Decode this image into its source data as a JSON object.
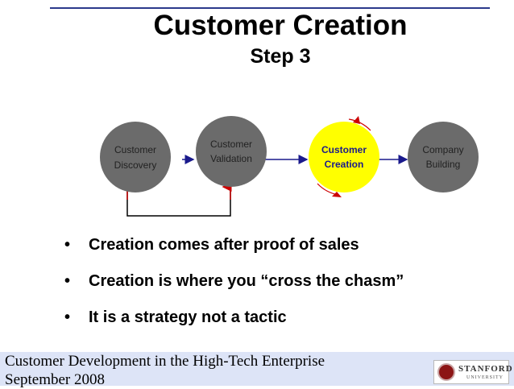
{
  "title": "Customer Creation",
  "subtitle": "Step 3",
  "diagram": {
    "nodes": [
      {
        "line1": "Customer",
        "line2": "Discovery",
        "active": false
      },
      {
        "line1": "Customer",
        "line2": "Validation",
        "active": false
      },
      {
        "line1": "Customer",
        "line2": "Creation",
        "active": true
      },
      {
        "line1": "Company",
        "line2": "Building",
        "active": false
      }
    ],
    "colors": {
      "node": "#6b6b6b",
      "active_node": "#ffff00",
      "active_text": "#1a1a8c",
      "feedback_loop": "#cc0000"
    }
  },
  "bullets": [
    "Creation comes after proof of sales",
    "Creation is where you “cross the chasm”",
    "It is a strategy not a tactic"
  ],
  "footer": {
    "line1": "Customer Development in the High-Tech Enterprise",
    "line2": "September 2008"
  },
  "logo": {
    "word": "STANFORD",
    "sub": "UNIVERSITY"
  }
}
